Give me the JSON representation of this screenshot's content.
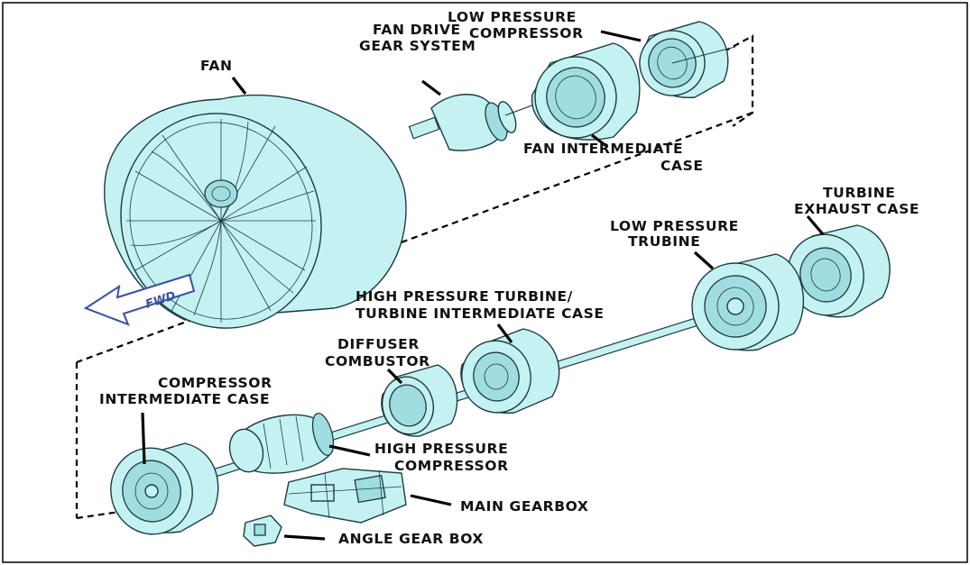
{
  "diagram": {
    "labels": {
      "fan": "FAN",
      "fan_drive_1": "FAN DRIVE",
      "fan_drive_2": "GEAR SYSTEM",
      "lpc_1": "LOW PRESSURE",
      "lpc_2": "COMPRESSOR",
      "fic_1": "FAN INTERMEDIATE",
      "fic_2": "CASE",
      "tec_1": "TURBINE",
      "tec_2": "EXHAUST CASE",
      "lpt_1": "LOW PRESSURE",
      "lpt_2": "TRUBINE",
      "hpt_1": "HIGH PRESSURE TURBINE/",
      "hpt_2": "TURBINE INTERMEDIATE  CASE",
      "diff_1": "DIFFUSER",
      "diff_2": "COMBUSTOR",
      "cic_1": "COMPRESSOR",
      "cic_2": "INTERMEDIATE CASE",
      "hpc_1": "HIGH PRESSURE",
      "hpc_2": "COMPRESSOR",
      "main_gearbox": "MAIN GEARBOX",
      "angle_gearbox": "ANGLE GEAR BOX",
      "fwd": "FWD"
    },
    "colors": {
      "part_fill": "#c4f2f3",
      "part_stroke": "#1d3a40",
      "fwd_arrow": "#3a4fa0",
      "leader": "#000000"
    }
  }
}
